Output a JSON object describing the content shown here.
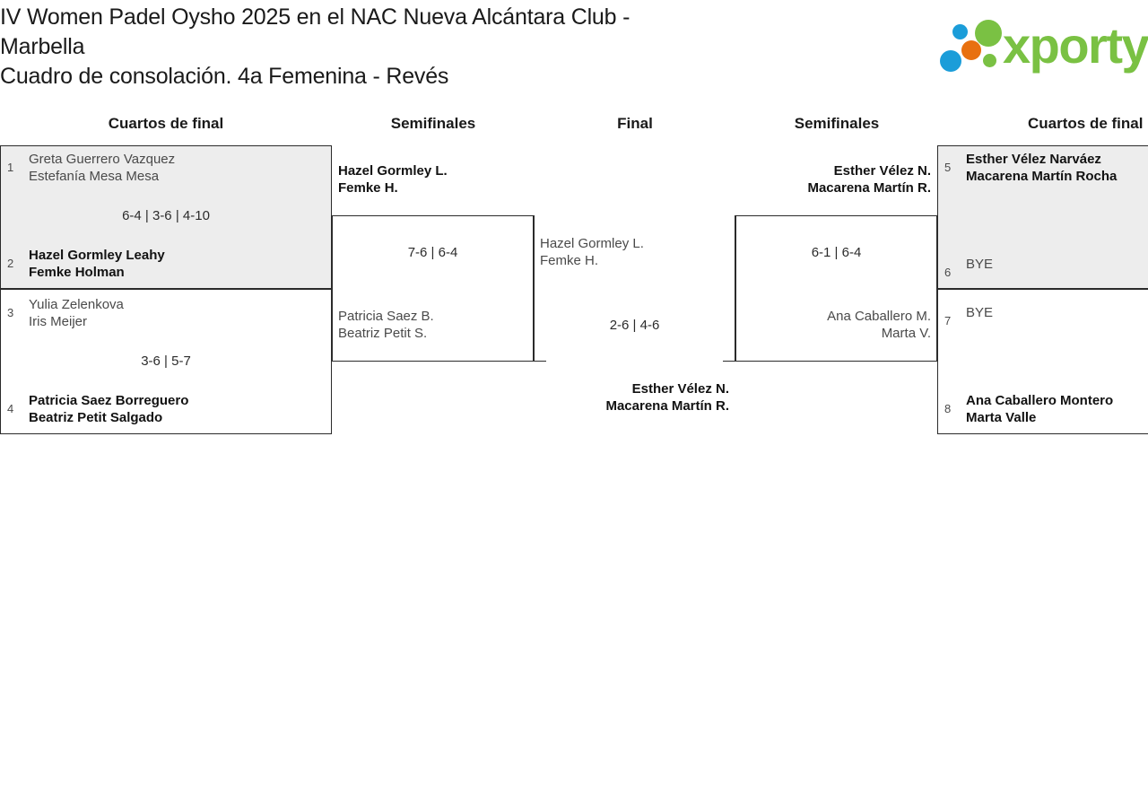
{
  "header": {
    "title_line1": "IV Women Padel Oysho 2025 en el NAC Nueva Alcántara Club -",
    "title_line2": "Marbella",
    "subtitle": "Cuadro de consolación. 4a Femenina - Revés",
    "logo_text": "xporty",
    "logo_colors": {
      "green": "#7ac143",
      "blue": "#1b9dd9",
      "orange": "#e8700f"
    }
  },
  "round_headers": [
    {
      "label": "Cuartos de final",
      "side": "left"
    },
    {
      "label": "Semifinales",
      "side": "left"
    },
    {
      "label": "Final",
      "side": "center"
    },
    {
      "label": "Semifinales",
      "side": "right"
    },
    {
      "label": "Cuartos de final",
      "side": "right"
    }
  ],
  "bracket": {
    "left_quarterfinals": [
      {
        "score": "6-4 | 3-6 | 4-10",
        "teams": [
          {
            "seed": "1",
            "player1": "Greta Guerrero Vazquez",
            "player2": "Estefanía Mesa Mesa",
            "result": "loser"
          },
          {
            "seed": "2",
            "player1": "Hazel Gormley Leahy",
            "player2": "Femke Holman",
            "result": "winner"
          }
        ]
      },
      {
        "score": "3-6 | 5-7",
        "teams": [
          {
            "seed": "3",
            "player1": "Yulia Zelenkova",
            "player2": "Iris Meijer",
            "result": "loser"
          },
          {
            "seed": "4",
            "player1": "Patricia Saez Borreguero",
            "player2": "Beatriz Petit Salgado",
            "result": "winner"
          }
        ]
      }
    ],
    "left_semifinal": {
      "score": "7-6 | 6-4",
      "teams": [
        {
          "player1": "Hazel Gormley L.",
          "player2": "Femke H.",
          "result": "winner"
        },
        {
          "player1": "Patricia Saez B.",
          "player2": "Beatriz Petit S.",
          "result": "loser"
        }
      ]
    },
    "final": {
      "score": "2-6 | 4-6",
      "teams": [
        {
          "player1": "Hazel Gormley L.",
          "player2": "Femke H.",
          "result": "loser"
        },
        {
          "player1": "Esther Vélez N.",
          "player2": "Macarena Martín R.",
          "result": "winner"
        }
      ]
    },
    "right_semifinal": {
      "score": "6-1 | 6-4",
      "teams": [
        {
          "player1": "Esther Vélez N.",
          "player2": "Macarena Martín R.",
          "result": "winner"
        },
        {
          "player1": "Ana Caballero M.",
          "player2": "Marta V.",
          "result": "loser"
        }
      ]
    },
    "right_quarterfinals": [
      {
        "score": "",
        "teams": [
          {
            "seed": "5",
            "player1": "Esther Vélez Narváez",
            "player2": "Macarena Martín Rocha",
            "result": "winner"
          },
          {
            "seed": "6",
            "player1": "BYE",
            "player2": "",
            "result": "loser"
          }
        ]
      },
      {
        "score": "",
        "teams": [
          {
            "seed": "7",
            "player1": "BYE",
            "player2": "",
            "result": "loser"
          },
          {
            "seed": "8",
            "player1": "Ana Caballero Montero",
            "player2": "Marta Valle",
            "result": "winner"
          }
        ]
      }
    ]
  }
}
